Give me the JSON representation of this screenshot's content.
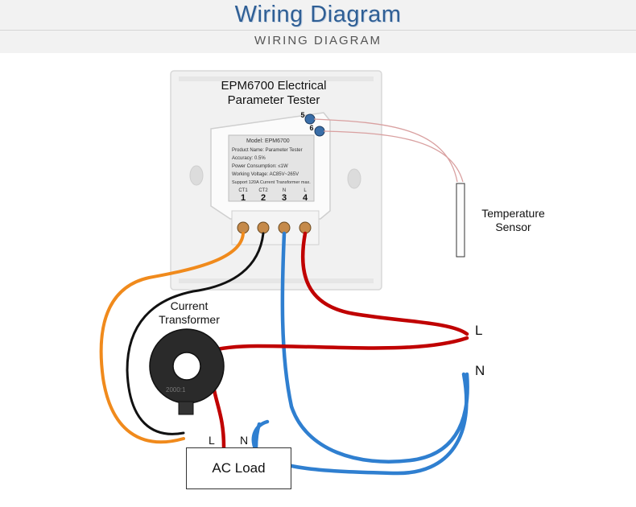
{
  "header": {
    "title": "Wiring Diagram",
    "subtitle": "WIRING DIAGRAM"
  },
  "device": {
    "label_line1": "EPM6700 Electrical",
    "label_line2": "Parameter Tester",
    "module_model": "Model: EPM6700",
    "module_product": "Product Name: Parameter Tester",
    "module_accuracy": "Accuracy: 0.5%",
    "module_power": "Power Consumption: ≤1W",
    "module_voltage": "Working Voltage: AC85V~265V",
    "module_support": "Support 120A Current Transformer max.",
    "terminals": [
      {
        "label": "CT1",
        "number": "1"
      },
      {
        "label": "CT2",
        "number": "2"
      },
      {
        "label": "N",
        "number": "3"
      },
      {
        "label": "L",
        "number": "4"
      }
    ],
    "sensor_terminals": [
      "5",
      "6"
    ]
  },
  "current_transformer": {
    "label_line1": "Current",
    "label_line2": "Transformer",
    "ratio": "2000:1"
  },
  "temperature_sensor": {
    "label_line1": "Temperature",
    "label_line2": "Sensor"
  },
  "mains": {
    "L": "L",
    "N": "N"
  },
  "load": {
    "label": "AC Load",
    "L": "L",
    "N": "N"
  },
  "colors": {
    "title": "#2f5f95",
    "line_wire": "#c00000",
    "neutral_wire": "#2f7fd0",
    "ct1_wire": "#f08a1c",
    "ct2_wire": "#111111",
    "sensor_wire": "#d9a0a0"
  }
}
